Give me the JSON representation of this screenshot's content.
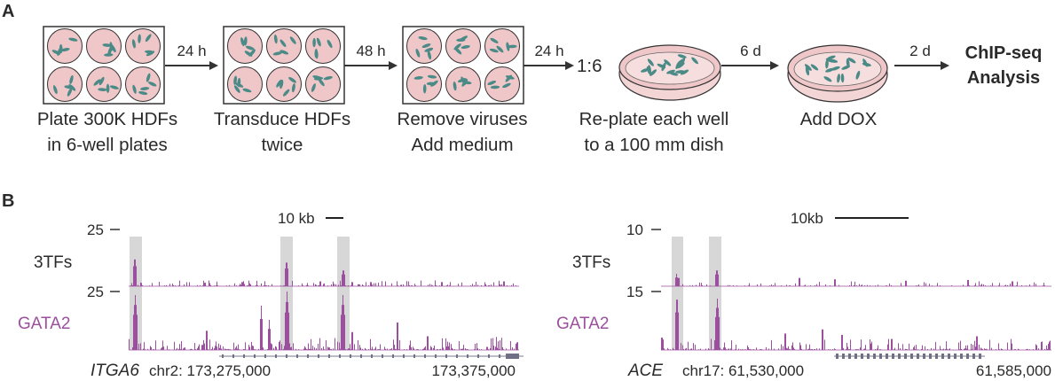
{
  "panel_a": {
    "label": "A",
    "steps": [
      {
        "line1": "Plate 300K HDFs",
        "line2": "in 6-well plates"
      },
      {
        "line1": "Transduce HDFs",
        "line2": "twice"
      },
      {
        "line1": "Remove viruses",
        "line2": "Add medium"
      },
      {
        "line1": "Re-plate each well",
        "line2": "to a 100 mm dish"
      },
      {
        "line1": "Add DOX",
        "line2": ""
      }
    ],
    "intervals": [
      "24 h",
      "48 h",
      "24 h",
      "6 d",
      "2 d"
    ],
    "ratio": "1:6",
    "final_line1": "ChIP-seq",
    "final_line2": "Analysis"
  },
  "panel_b": {
    "label": "B",
    "tracks": [
      {
        "gene": "ITGA6",
        "coord_start": "chr2: 173,275,000",
        "coord_end": "173,375,000",
        "scale_label": "10 kb",
        "track_names": [
          "3TFs",
          "GATA2"
        ],
        "y_max": [
          "25",
          "25"
        ]
      },
      {
        "gene": "ACE",
        "coord_start": "chr17: 61,530,000",
        "coord_end": "61,585,000",
        "scale_label": "10kb",
        "track_names": [
          "3TFs",
          "GATA2"
        ],
        "y_max": [
          "10",
          "15"
        ]
      }
    ]
  },
  "colors": {
    "signal": "#9b4f9e",
    "well_fill": "#f0c7c9",
    "cell": "#4a8a87",
    "highlight": "#d7d7d7",
    "gata2_label": "#9b4f9e"
  }
}
